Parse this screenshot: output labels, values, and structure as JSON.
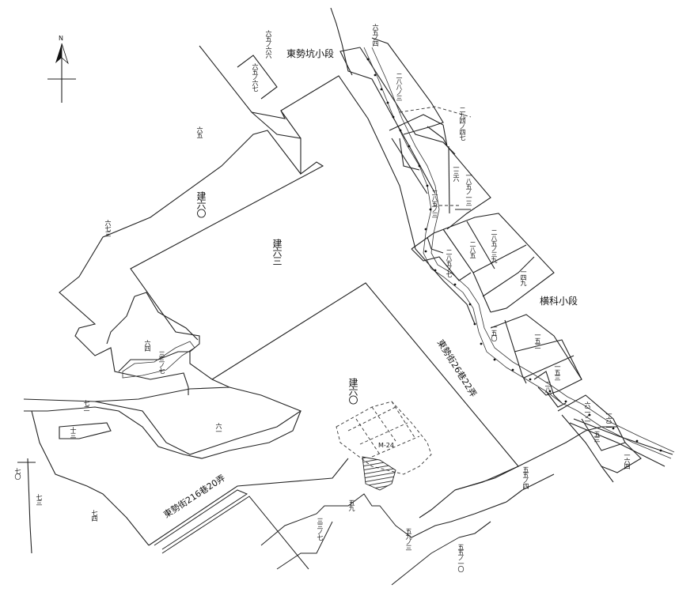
{
  "north_arrow": {
    "letter": "N"
  },
  "sections": {
    "dongshi": "東勢坑小段",
    "hengke": "横科小段"
  },
  "roads": {
    "road_216": "東勢街216巷20弄",
    "road_26": "東勢街26巷22弄"
  },
  "parcels": {
    "p65_66": "六五ノ六六",
    "p65_67": "六五ノ六七",
    "p65": "六五",
    "p71": "六七三",
    "p64": "六四",
    "p61": "六一",
    "p13": "十三",
    "p70": "七〇",
    "p72": "七二",
    "p73": "七三",
    "p74": "七四",
    "p33": "三三ノ七",
    "p59": "五九",
    "p59_3": "五九ノ三",
    "p55_4": "五五ノ四",
    "p55_10": "五五ノ一〇",
    "p52": "三三ノ七",
    "p2884": "二八八ノ三",
    "p2904": "二九四ノ四七",
    "p2883": "二八五ノ三",
    "p185": "一八五ノ一三",
    "p136": "一三六",
    "p2855": "二八五ノ三九",
    "p149": "一四九",
    "p150": "一五〇",
    "p152": "一五二",
    "p153": "一五三",
    "p162": "一六二",
    "p164": "一六四",
    "p52_1": "六二ノ一",
    "p53": "五三",
    "p2850": "二八五",
    "p285_7": "二八五ノ七",
    "p254": "六五ノ四",
    "p28": "二八"
  },
  "buildings": {
    "b60": "建六〇",
    "b63": "建六三",
    "b60b": "建六〇"
  },
  "marker": {
    "label": "M-24"
  }
}
